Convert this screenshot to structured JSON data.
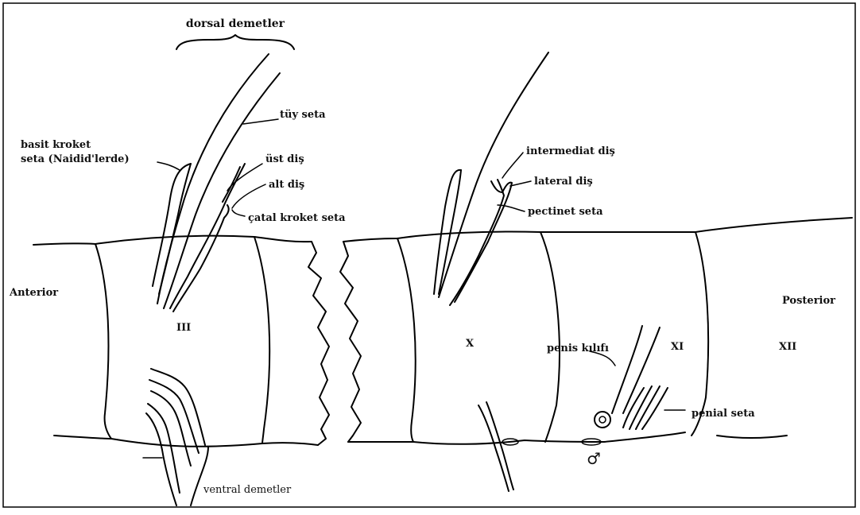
{
  "labels": {
    "dorsal_bundles": "dorsal demetler",
    "hair_seta": "tüy seta",
    "simple_hook_line1": "basit kroket",
    "simple_hook_line2": "seta (Naidid'lerde)",
    "upper_tooth": "üst diş",
    "lower_tooth": "alt diş",
    "bifid_crochet": "çatal kroket seta",
    "intermediate_tooth": "intermediat diş",
    "lateral_tooth": "lateral diş",
    "pectinate_seta": "pectinet seta",
    "anterior": "Anterior",
    "posterior": "Posterior",
    "segment_3": "III",
    "segment_10": "X",
    "segment_11": "XI",
    "segment_12": "XII",
    "penis_sheath": "penis kılıfı",
    "penial_seta": "penial seta",
    "ventral_bundles": "ventral demetler",
    "male_symbol": "♂"
  }
}
